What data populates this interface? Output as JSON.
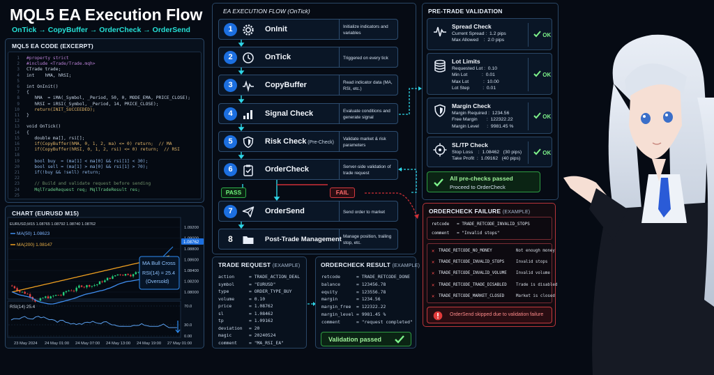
{
  "title": "MQL5 EA Execution Flow",
  "subtitle": "OnTick → CopyBuffer → OrderCheck → OrderSend",
  "code_panel": {
    "title": "MQL5 EA CODE (EXCERPT)",
    "lines": [
      {
        "n": "1",
        "t": "#property strict",
        "c": "#b981d6"
      },
      {
        "n": "2",
        "t": "#include <Trade/Trade.mqh>",
        "c": "#b981d6"
      },
      {
        "n": "3",
        "t": "CTrade trade;",
        "c": "#c9d7e8"
      },
      {
        "n": "4",
        "t": "int    hMA, hRSI;",
        "c": "#c9d7e8"
      },
      {
        "n": "5",
        "t": "",
        "c": "#c9d7e8"
      },
      {
        "n": "6",
        "t": "int OnInit()",
        "c": "#c9d7e8"
      },
      {
        "n": "7",
        "t": "{",
        "c": "#c9d7e8"
      },
      {
        "n": "8",
        "t": "   hMA  = iMA(_Symbol, _Period, 50, 0, MODE_EMA, PRICE_CLOSE);",
        "c": "#c9d7e8"
      },
      {
        "n": "9",
        "t": "   hRSI = iRSI(_Symbol, _Period, 14, PRICE_CLOSE);",
        "c": "#c9d7e8"
      },
      {
        "n": "10",
        "t": "   return(INIT_SUCCEEDED);",
        "c": "#e3b66a"
      },
      {
        "n": "11",
        "t": "}",
        "c": "#c9d7e8"
      },
      {
        "n": "12",
        "t": "",
        "c": "#c9d7e8"
      },
      {
        "n": "13",
        "t": "void OnTick()",
        "c": "#c9d7e8"
      },
      {
        "n": "14",
        "t": "{",
        "c": "#c9d7e8"
      },
      {
        "n": "15",
        "t": "   double ma[], rsi[];",
        "c": "#c9d7e8"
      },
      {
        "n": "16",
        "t": "   if(CopyBuffer(hMA, 0, 1, 2, ma) <= 0) return;  // MA",
        "c": "#e3b66a"
      },
      {
        "n": "17",
        "t": "   if(CopyBuffer(hRSI, 0, 1, 2, rsi) <= 0) return;  // RSI",
        "c": "#e3b66a"
      },
      {
        "n": "18",
        "t": "",
        "c": "#c9d7e8"
      },
      {
        "n": "19",
        "t": "   bool buy  = (ma[1] < ma[0] && rsi[1] < 30);",
        "c": "#8fb7e8"
      },
      {
        "n": "20",
        "t": "   bool sell = (ma[1] > ma[0] && rsi[1] > 70);",
        "c": "#8fb7e8"
      },
      {
        "n": "21",
        "t": "   if(!buy && !sell) return;",
        "c": "#8fb7e8"
      },
      {
        "n": "22",
        "t": "",
        "c": "#c9d7e8"
      },
      {
        "n": "23",
        "t": "   // Build and validate request before sending",
        "c": "#6f8f6a"
      },
      {
        "n": "24",
        "t": "   MqlTradeRequest req; MqlTradeResult res;",
        "c": "#6ccf8c"
      },
      {
        "n": "25",
        "t": "",
        "c": "#c9d7e8"
      }
    ]
  },
  "chart": {
    "title": "CHART (EURUSD M15)",
    "ohlc": "EURUSD,M15  1.08765 1.08792 1.08740 1.08762",
    "ma50_label": "MA(50) 1.08623",
    "ma200_label": "MA(200) 1.08147",
    "current_price": "1.08762",
    "price_ticks": [
      "1.09200",
      "1.09000",
      "1.08800",
      "1.08600",
      "1.08400",
      "1.08200",
      "1.08000"
    ],
    "rsi_label": "RSI(14) 25.4",
    "rsi_ticks": [
      "70.0",
      "30.0",
      "0.00"
    ],
    "time_ticks": [
      "23 May 2024",
      "24 May 01:00",
      "24 May 07:00",
      "24 May 13:00",
      "24 May 19:00",
      "27 May 01:00"
    ],
    "annotation_title": "MA Bull Cross",
    "annotation_text": "RSI(14) = 25.4",
    "annotation_sub": "(Oversold)",
    "colors": {
      "bull": "#26d07c",
      "bear": "#e4413f",
      "ma50": "#3f8ef0",
      "ma200": "#f0a020",
      "rsi": "#5aa0f0"
    }
  },
  "flow": {
    "title": "EA EXECUTION FLOW (OnTick)",
    "steps": [
      {
        "num": "1",
        "name": "OnInit",
        "name_small": "",
        "desc": "Initialize indicators and variables",
        "icon": "gear-icon"
      },
      {
        "num": "2",
        "name": "OnTick",
        "name_small": "",
        "desc": "Triggered on every tick",
        "icon": "clock-icon"
      },
      {
        "num": "3",
        "name": "CopyBuffer",
        "name_small": "",
        "desc": "Read indicator data (MA, RSI, etc.)",
        "icon": "waveform-icon"
      },
      {
        "num": "4",
        "name": "Signal Check",
        "name_small": "",
        "desc": "Evaluate conditions and generate signal",
        "icon": "bar-chart-icon"
      },
      {
        "num": "5",
        "name": "Risk Check",
        "name_small": "(Pre-Check)",
        "desc": "Validate market & risk parameters",
        "icon": "shield-icon"
      },
      {
        "num": "6",
        "name": "OrderCheck",
        "name_small": "",
        "desc": "Server-side validation of trade request",
        "icon": "clipboard-check-icon"
      },
      {
        "num": "7",
        "name": "OrderSend",
        "name_small": "",
        "desc": "Send order to market",
        "icon": "send-icon"
      },
      {
        "num": "8",
        "name": "Post-Trade Management",
        "name_small": "",
        "desc": "Manage position, trailing stop, etc.",
        "icon": "folder-icon"
      }
    ],
    "pass_label": "PASS",
    "fail_label": "FAIL"
  },
  "trade_request": {
    "title": "TRADE REQUEST",
    "title_small": "(EXAMPLE)",
    "fields": [
      {
        "k": "action",
        "v": "= TRADE_ACTION_DEAL"
      },
      {
        "k": "symbol",
        "v": "= \"EURUSD\""
      },
      {
        "k": "type",
        "v": "= ORDER_TYPE_BUY"
      },
      {
        "k": "volume",
        "v": "= 0.10"
      },
      {
        "k": "price",
        "v": "= 1.08762"
      },
      {
        "k": "sl",
        "v": "= 1.08462"
      },
      {
        "k": "tp",
        "v": "= 1.09162"
      },
      {
        "k": "deviation",
        "v": "= 20"
      },
      {
        "k": "magic",
        "v": "= 20240524"
      },
      {
        "k": "comment",
        "v": "= \"MA_RSI_EA\""
      }
    ]
  },
  "ordercheck_result": {
    "title": "ORDERCHECK RESULT",
    "title_small": "(EXAMPLE)",
    "fields": [
      {
        "k": "retcode",
        "v": "= TRADE_RETCODE_DONE"
      },
      {
        "k": "balance",
        "v": "= 123456.78"
      },
      {
        "k": "equity",
        "v": "= 123556.78"
      },
      {
        "k": "margin",
        "v": "= 1234.56"
      },
      {
        "k": "margin_free",
        "v": "= 122322.22"
      },
      {
        "k": "margin_level",
        "v": "= 9981.45 %"
      },
      {
        "k": "comment",
        "v": "= \"request completed\""
      }
    ],
    "banner": "Validation passed"
  },
  "pretrade": {
    "title": "PRE-TRADE VALIDATION",
    "checks": [
      {
        "title": "Spread Check",
        "icon": "pulse-icon",
        "rows": [
          "Current Spread :  1.2 pips",
          "Max Allowed    :  2.0 pips"
        ],
        "status": "OK"
      },
      {
        "title": "Lot Limits",
        "icon": "database-icon",
        "rows": [
          "Requested Lot :  0.10",
          "Min Lot           :  0.01",
          "Max Lot           :  10.00",
          "Lot Step          :  0.01"
        ],
        "status": "OK"
      },
      {
        "title": "Margin Check",
        "icon": "shield-icon",
        "rows": [
          "Margin Required :  1234.56",
          "Free Margin       :  122322.22",
          "Margin Level      :  9981.45 %"
        ],
        "status": "OK"
      },
      {
        "title": "SL/TP Check",
        "icon": "crosshair-icon",
        "rows": [
          "Stop Loss    :  1.08462   (30 pips)",
          "Take Profit  :  1.09162   (40 pips)"
        ],
        "status": "OK"
      }
    ],
    "all_pass_title": "All pre-checks passed",
    "all_pass_sub": "Proceed to OrderCheck"
  },
  "failure": {
    "title": "ORDERCHECK FAILURE",
    "title_small": "(EXAMPLE)",
    "retcode_line": "retcode   = TRADE_RETCODE_INVALID_STOPS",
    "comment_line": "comment   = \"Invalid stops\"",
    "codes": [
      {
        "code": "TRADE_RETCODE_NO_MONEY",
        "msg": "Not enough money"
      },
      {
        "code": "TRADE_RETCODE_INVALID_STOPS",
        "msg": "Invalid stops"
      },
      {
        "code": "TRADE_RETCODE_INVALID_VOLUME",
        "msg": "Invalid volume"
      },
      {
        "code": "TRADE_RETCODE_TRADE_DISABLED",
        "msg": "Trade is disabled"
      },
      {
        "code": "TRADE_RETCODE_MARKET_CLOSED",
        "msg": "Market is closed"
      }
    ],
    "skip_text": "OrderSend skipped due to validation failure"
  }
}
